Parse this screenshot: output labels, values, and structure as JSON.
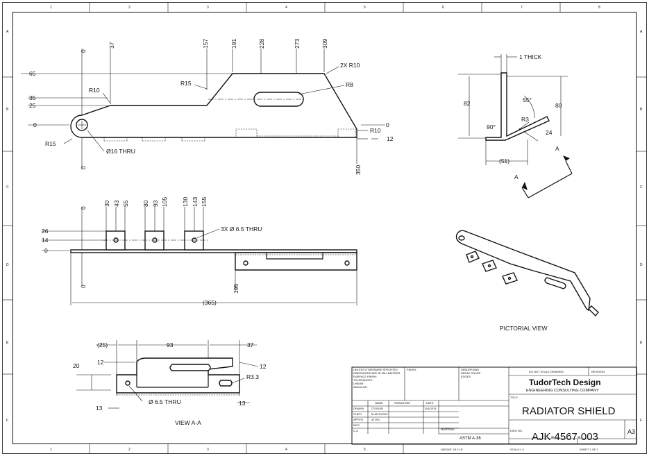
{
  "border": {
    "columns": [
      "1",
      "2",
      "3",
      "4",
      "5",
      "6",
      "7",
      "8"
    ],
    "rows": [
      "A",
      "B",
      "C",
      "D",
      "E",
      "F"
    ]
  },
  "top_view": {
    "dims_horizontal": [
      "0",
      "37",
      "157",
      "191",
      "228",
      "273",
      "309"
    ],
    "dims_vertical": [
      "65",
      "35",
      "25",
      "0"
    ],
    "x_zero_right": "0",
    "notes": {
      "r10_left": "R10",
      "r15_mid": "R15",
      "two_x_r10": "2X R10",
      "r8": "R8",
      "r10_right": "R10",
      "r15_left": "R15",
      "thru16": "Ø16 THRU",
      "twelve": "12",
      "y0_bottom": "0",
      "y350": "350"
    }
  },
  "front_view": {
    "dims_horizontal": [
      "0",
      "30",
      "43",
      "55",
      "80",
      "93",
      "105",
      "130",
      "143",
      "155"
    ],
    "dims_vertical": [
      "26",
      "14",
      "0"
    ],
    "holes_note": "3X Ø 6.5 THRU",
    "y0_bottom": "0",
    "y195": "195",
    "overall": "(365)"
  },
  "side_view": {
    "thick": "1 THICK",
    "h82": "82",
    "h80": "80",
    "ang55": "55°",
    "ang90": "90°",
    "r3": "R3",
    "w24": "24",
    "w51": "(51)",
    "sec_a1": "A",
    "sec_a2": "A"
  },
  "section_view": {
    "d25": "(25)",
    "d93": "93",
    "d37": "37",
    "d20": "20",
    "d12l": "12",
    "d12r": "12",
    "r33": "R3.3",
    "d13l": "13",
    "d13r": "13",
    "thru65": "Ø 6.5 THRU",
    "title": "VIEW A-A"
  },
  "pictorial": {
    "title": "PICTORIAL VIEW"
  },
  "title_block": {
    "unless_lines": [
      "UNLESS OTHERWISE SPECIFIED:",
      "DIMENSIONS ARE IN MILLIMETERS",
      "SURFACE FINISH:",
      "TOLERANCES:",
      "  LINEAR:",
      "  ANGULAR:"
    ],
    "finish": "FINISH:",
    "deburr_lines": [
      "DEBURR AND",
      "BREAK SHARP",
      "EDGES"
    ],
    "do_not_scale": "DO NOT SCALE DRAWING",
    "revision": "REVISION",
    "company": "TudorTech Design",
    "company_sub": "ENGINEERING CONSULTING COMPANY",
    "title_label": "TITLE:",
    "title": "RADIATOR SHIELD",
    "col_name": "NAME",
    "col_signature": "SIGNATURE",
    "col_date": "DATE",
    "rows": [
      {
        "role": "DRAWN",
        "name": "DTUDOR",
        "date": "11/4/2015"
      },
      {
        "role": "CHK'D",
        "name": "M.ANTHONY",
        "date": ""
      },
      {
        "role": "APPV'D",
        "name": "ATOKL",
        "date": ""
      },
      {
        "role": "MFG",
        "name": "",
        "date": ""
      },
      {
        "role": "Q.A",
        "name": "",
        "date": ""
      }
    ],
    "material_label": "MATERIAL:",
    "material": "ASTM A-36",
    "weight": "WEIGHT: 18.2 LB",
    "dwg_label": "DWG NO.",
    "dwg": "AJK-4567-003",
    "size": "A3",
    "scale": "SCALE:1:2",
    "sheet": "SHEET 1 OF 1"
  }
}
